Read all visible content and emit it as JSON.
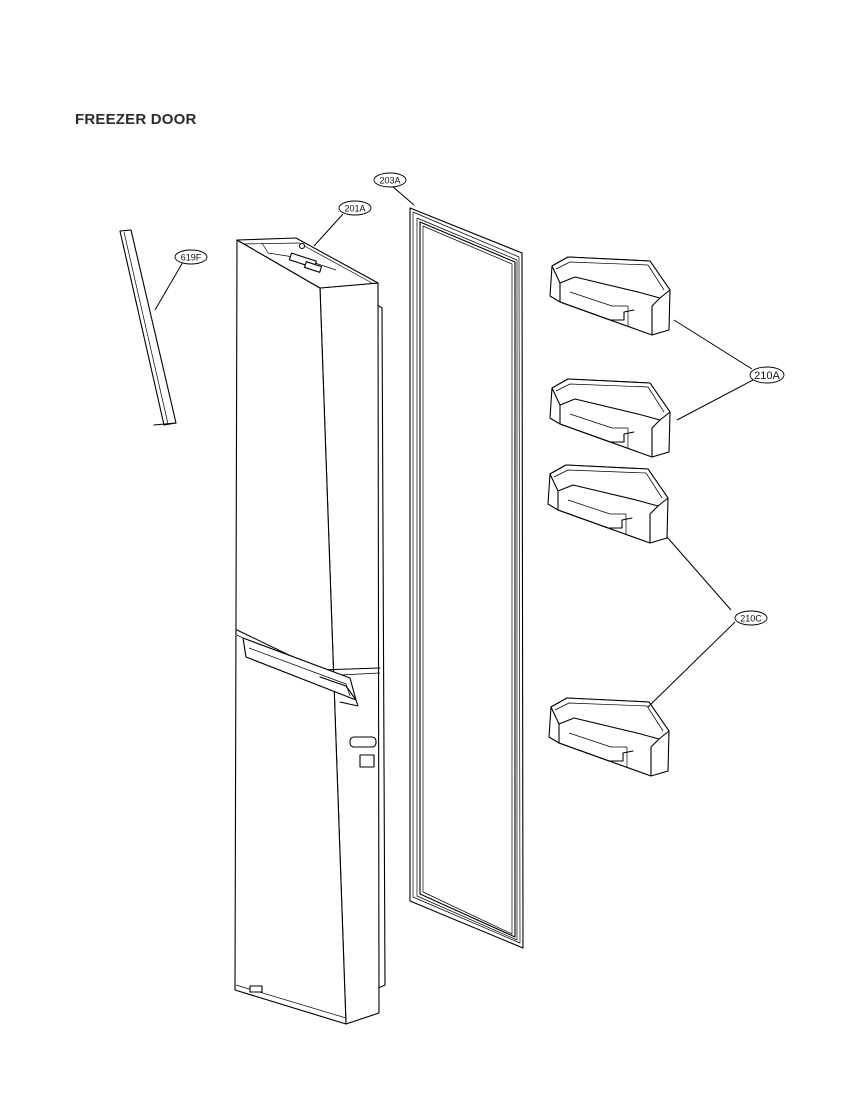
{
  "title": "FREEZER DOOR",
  "callouts": {
    "619F": "619F",
    "201A": "201A",
    "203A": "203A",
    "210A": "210A",
    "210C": "210C"
  }
}
